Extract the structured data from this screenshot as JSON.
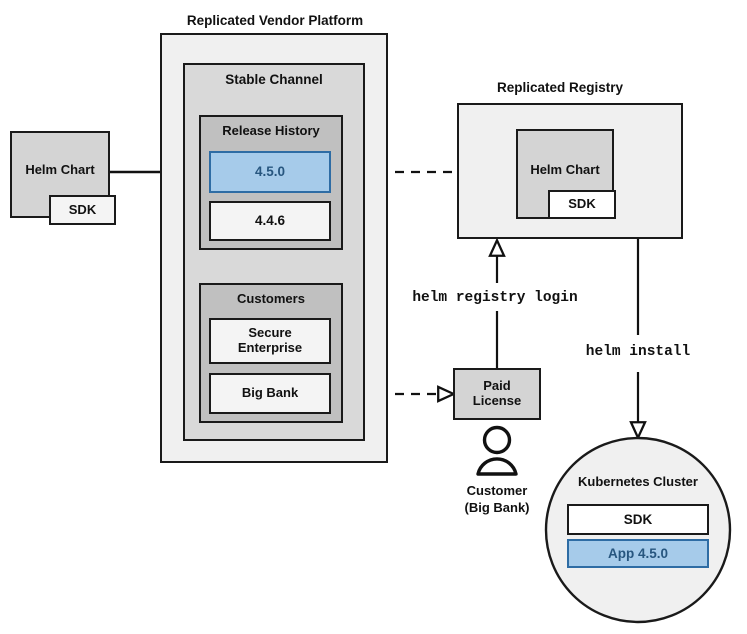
{
  "diagram": {
    "title_vendor_platform": "Replicated Vendor Platform",
    "title_registry": "Replicated Registry",
    "helm_chart_source": {
      "label": "Helm Chart",
      "sdk_label": "SDK"
    },
    "vendor_platform": {
      "stable_channel": {
        "label": "Stable Channel",
        "release_history": {
          "label": "Release History",
          "releases": [
            {
              "version": "4.5.0",
              "highlighted": true
            },
            {
              "version": "4.4.6",
              "highlighted": false
            }
          ]
        },
        "customers": {
          "label": "Customers",
          "items": [
            {
              "name": "Secure\nEnterprise"
            },
            {
              "name": "Big Bank"
            }
          ]
        }
      }
    },
    "registry": {
      "helm_chart_label": "Helm Chart",
      "sdk_label": "SDK"
    },
    "paid_license": {
      "label": "Paid\nLicense"
    },
    "customer_actor": {
      "icon": "person-icon",
      "label_line1": "Customer",
      "label_line2": "(Big Bank)"
    },
    "kubernetes_cluster": {
      "label": "Kubernetes Cluster",
      "sdk_label": "SDK",
      "app_label": "App 4.5.0"
    },
    "commands": {
      "registry_login": "helm registry login",
      "install": "helm install"
    },
    "colors": {
      "accent_blue_fill": "#a6cbea",
      "accent_blue_border": "#2e6ca4",
      "accent_blue_text": "#27567f",
      "outer_fill": "#f0f0f0",
      "channel_fill": "#d9d9d9",
      "group_fill": "#c0c0c0",
      "leaf_fill": "#f4f4f4",
      "gray_fill": "#d4d4d4",
      "stroke": "#1a1a1a"
    }
  }
}
